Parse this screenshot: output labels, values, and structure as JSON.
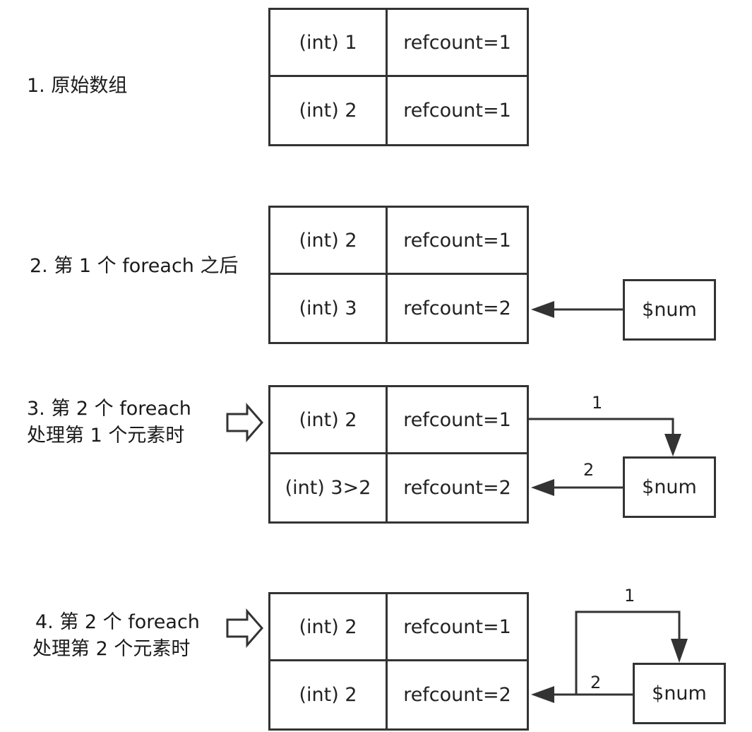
{
  "steps": [
    {
      "caption": [
        "1. 原始数组"
      ],
      "rows": [
        {
          "key": "(int) 1",
          "refcount": "refcount=1"
        },
        {
          "key": "(int) 2",
          "refcount": "refcount=1"
        }
      ]
    },
    {
      "caption": [
        "2. 第 1 个 foreach 之后"
      ],
      "rows": [
        {
          "key": "(int) 2",
          "refcount": "refcount=1"
        },
        {
          "key": "(int) 3",
          "refcount": "refcount=2"
        }
      ],
      "var": "$num"
    },
    {
      "caption": [
        "3. 第 2 个 foreach",
        "处理第 1 个元素时"
      ],
      "rows": [
        {
          "key": "(int) 2",
          "refcount": "refcount=1"
        },
        {
          "key": "(int) 3>2",
          "refcount": "refcount=2"
        }
      ],
      "var": "$num",
      "edge_labels": [
        "1",
        "2"
      ]
    },
    {
      "caption": [
        "4. 第 2 个 foreach",
        "处理第 2 个元素时"
      ],
      "rows": [
        {
          "key": "(int) 2",
          "refcount": "refcount=1"
        },
        {
          "key": "(int) 2",
          "refcount": "refcount=2"
        }
      ],
      "var": "$num",
      "edge_labels": [
        "1",
        "2"
      ]
    }
  ]
}
